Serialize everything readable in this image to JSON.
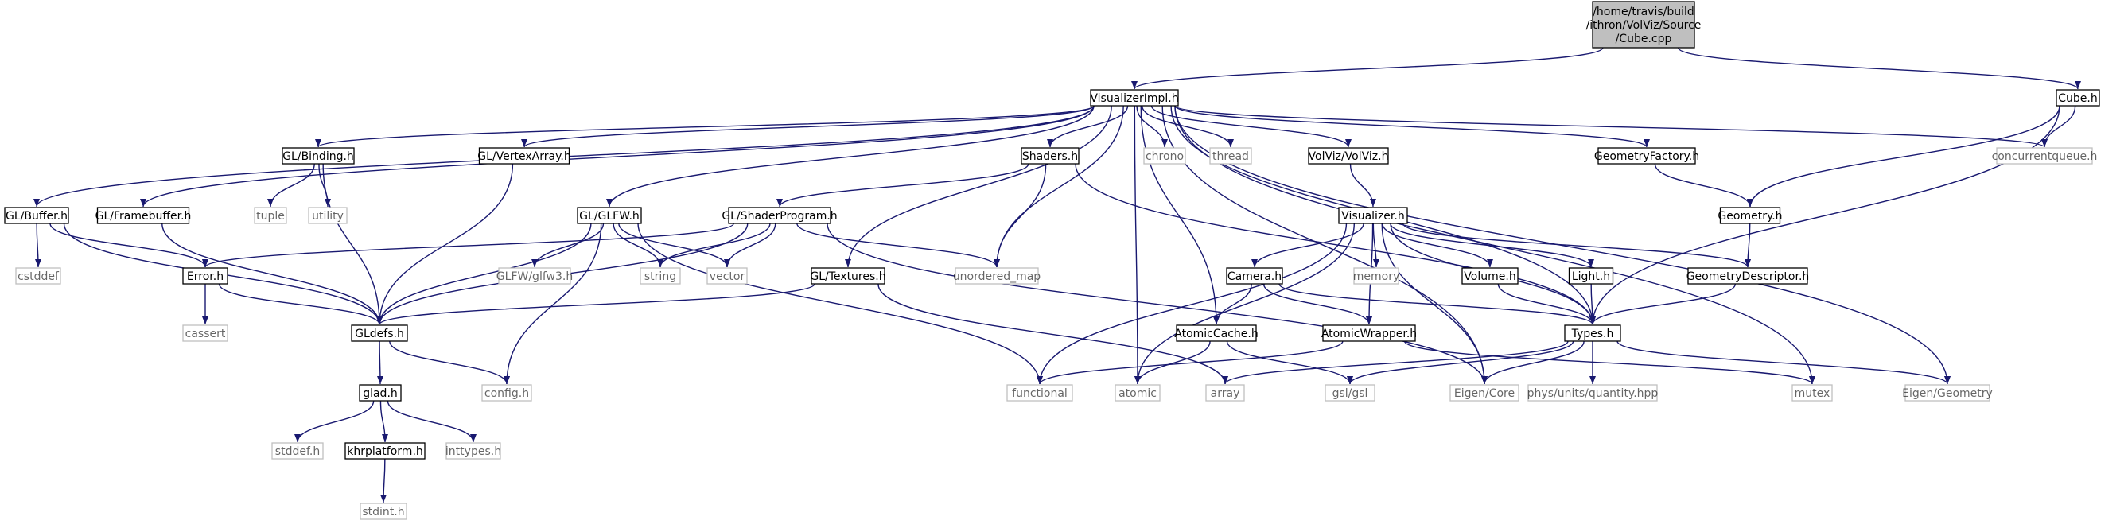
{
  "graph": {
    "edge_color": "#191970",
    "root_fill": "#bfbfbf",
    "local_border": "#000000",
    "system_border": "#bfbfbf",
    "nodes": [
      {
        "id": "cube_cpp",
        "lines": [
          "/home/travis/build",
          "/ithron/VolViz/Source",
          "/Cube.cpp"
        ],
        "kind": "root"
      },
      {
        "id": "visualizerimpl_h",
        "lines": [
          "VisualizerImpl.h"
        ],
        "kind": "local"
      },
      {
        "id": "cube_h",
        "lines": [
          "Cube.h"
        ],
        "kind": "local"
      },
      {
        "id": "gl_binding_h",
        "lines": [
          "GL/Binding.h"
        ],
        "kind": "local"
      },
      {
        "id": "gl_vertexarray_h",
        "lines": [
          "GL/VertexArray.h"
        ],
        "kind": "local"
      },
      {
        "id": "shaders_h",
        "lines": [
          "Shaders.h"
        ],
        "kind": "local"
      },
      {
        "id": "chrono",
        "lines": [
          "chrono"
        ],
        "kind": "system"
      },
      {
        "id": "thread",
        "lines": [
          "thread"
        ],
        "kind": "system"
      },
      {
        "id": "volviz_h",
        "lines": [
          "VolViz/VolViz.h"
        ],
        "kind": "local"
      },
      {
        "id": "geometryfactory_h",
        "lines": [
          "GeometryFactory.h"
        ],
        "kind": "local"
      },
      {
        "id": "concurrentqueue_h",
        "lines": [
          "concurrentqueue.h"
        ],
        "kind": "system"
      },
      {
        "id": "gl_buffer_h",
        "lines": [
          "GL/Buffer.h"
        ],
        "kind": "local"
      },
      {
        "id": "gl_framebuffer_h",
        "lines": [
          "GL/Framebuffer.h"
        ],
        "kind": "local"
      },
      {
        "id": "tuple",
        "lines": [
          "tuple"
        ],
        "kind": "system"
      },
      {
        "id": "utility",
        "lines": [
          "utility"
        ],
        "kind": "system"
      },
      {
        "id": "gl_glfw_h",
        "lines": [
          "GL/GLFW.h"
        ],
        "kind": "local"
      },
      {
        "id": "gl_shaderprogram_h",
        "lines": [
          "GL/ShaderProgram.h"
        ],
        "kind": "local"
      },
      {
        "id": "visualizer_h",
        "lines": [
          "Visualizer.h"
        ],
        "kind": "local"
      },
      {
        "id": "geometry_h",
        "lines": [
          "Geometry.h"
        ],
        "kind": "local"
      },
      {
        "id": "cstddef",
        "lines": [
          "cstddef"
        ],
        "kind": "system"
      },
      {
        "id": "error_h",
        "lines": [
          "Error.h"
        ],
        "kind": "local"
      },
      {
        "id": "glfw_glfw3_h",
        "lines": [
          "GLFW/glfw3.h"
        ],
        "kind": "system"
      },
      {
        "id": "string",
        "lines": [
          "string"
        ],
        "kind": "system"
      },
      {
        "id": "vector",
        "lines": [
          "vector"
        ],
        "kind": "system"
      },
      {
        "id": "unordered_map",
        "lines": [
          "unordered_map"
        ],
        "kind": "system"
      },
      {
        "id": "gl_textures_h",
        "lines": [
          "GL/Textures.h"
        ],
        "kind": "local"
      },
      {
        "id": "memory",
        "lines": [
          "memory"
        ],
        "kind": "system"
      },
      {
        "id": "camera_h",
        "lines": [
          "Camera.h"
        ],
        "kind": "local"
      },
      {
        "id": "volume_h",
        "lines": [
          "Volume.h"
        ],
        "kind": "local"
      },
      {
        "id": "light_h",
        "lines": [
          "Light.h"
        ],
        "kind": "local"
      },
      {
        "id": "geometrydescriptor_h",
        "lines": [
          "GeometryDescriptor.h"
        ],
        "kind": "local"
      },
      {
        "id": "cassert",
        "lines": [
          "cassert"
        ],
        "kind": "system"
      },
      {
        "id": "gldefs_h",
        "lines": [
          "GLdefs.h"
        ],
        "kind": "local"
      },
      {
        "id": "atomiccache_h",
        "lines": [
          "AtomicCache.h"
        ],
        "kind": "local"
      },
      {
        "id": "atomicwrapper_h",
        "lines": [
          "AtomicWrapper.h"
        ],
        "kind": "local"
      },
      {
        "id": "types_h",
        "lines": [
          "Types.h"
        ],
        "kind": "local"
      },
      {
        "id": "glad_h",
        "lines": [
          "glad.h"
        ],
        "kind": "local"
      },
      {
        "id": "config_h",
        "lines": [
          "config.h"
        ],
        "kind": "system"
      },
      {
        "id": "functional",
        "lines": [
          "functional"
        ],
        "kind": "system"
      },
      {
        "id": "atomic",
        "lines": [
          "atomic"
        ],
        "kind": "system"
      },
      {
        "id": "array",
        "lines": [
          "array"
        ],
        "kind": "system"
      },
      {
        "id": "gsl_gsl",
        "lines": [
          "gsl/gsl"
        ],
        "kind": "system"
      },
      {
        "id": "eigen_core",
        "lines": [
          "Eigen/Core"
        ],
        "kind": "system"
      },
      {
        "id": "phys_units",
        "lines": [
          "phys/units/quantity.hpp"
        ],
        "kind": "system"
      },
      {
        "id": "mutex",
        "lines": [
          "mutex"
        ],
        "kind": "system"
      },
      {
        "id": "eigen_geometry",
        "lines": [
          "Eigen/Geometry"
        ],
        "kind": "system"
      },
      {
        "id": "stddef_h",
        "lines": [
          "stddef.h"
        ],
        "kind": "system"
      },
      {
        "id": "khrplatform_h",
        "lines": [
          "khrplatform.h"
        ],
        "kind": "local"
      },
      {
        "id": "inttypes_h",
        "lines": [
          "inttypes.h"
        ],
        "kind": "system"
      },
      {
        "id": "stdint_h",
        "lines": [
          "stdint.h"
        ],
        "kind": "system"
      }
    ],
    "edges": [
      [
        "cube_cpp",
        "visualizerimpl_h"
      ],
      [
        "cube_cpp",
        "cube_h"
      ],
      [
        "visualizerimpl_h",
        "gl_binding_h"
      ],
      [
        "visualizerimpl_h",
        "gl_vertexarray_h"
      ],
      [
        "visualizerimpl_h",
        "shaders_h"
      ],
      [
        "visualizerimpl_h",
        "chrono"
      ],
      [
        "visualizerimpl_h",
        "thread"
      ],
      [
        "visualizerimpl_h",
        "volviz_h"
      ],
      [
        "visualizerimpl_h",
        "geometryfactory_h"
      ],
      [
        "visualizerimpl_h",
        "concurrentqueue_h"
      ],
      [
        "visualizerimpl_h",
        "gl_buffer_h"
      ],
      [
        "visualizerimpl_h",
        "gl_framebuffer_h"
      ],
      [
        "visualizerimpl_h",
        "gl_glfw_h"
      ],
      [
        "visualizerimpl_h",
        "gl_textures_h"
      ],
      [
        "visualizerimpl_h",
        "unordered_map"
      ],
      [
        "visualizerimpl_h",
        "atomiccache_h"
      ],
      [
        "visualizerimpl_h",
        "atomic"
      ],
      [
        "visualizerimpl_h",
        "types_h"
      ],
      [
        "visualizerimpl_h",
        "eigen_core"
      ],
      [
        "visualizerimpl_h",
        "mutex"
      ],
      [
        "visualizerimpl_h",
        "eigen_geometry"
      ],
      [
        "cube_h",
        "concurrentqueue_h"
      ],
      [
        "cube_h",
        "geometry_h"
      ],
      [
        "cube_h",
        "types_h"
      ],
      [
        "gl_binding_h",
        "tuple"
      ],
      [
        "gl_binding_h",
        "utility"
      ],
      [
        "gl_binding_h",
        "gldefs_h"
      ],
      [
        "gl_vertexarray_h",
        "gldefs_h"
      ],
      [
        "shaders_h",
        "gl_shaderprogram_h"
      ],
      [
        "shaders_h",
        "unordered_map"
      ],
      [
        "shaders_h",
        "types_h"
      ],
      [
        "volviz_h",
        "visualizer_h"
      ],
      [
        "geometryfactory_h",
        "geometry_h"
      ],
      [
        "gl_buffer_h",
        "cstddef"
      ],
      [
        "gl_buffer_h",
        "error_h"
      ],
      [
        "gl_buffer_h",
        "gldefs_h"
      ],
      [
        "gl_framebuffer_h",
        "gldefs_h"
      ],
      [
        "gl_glfw_h",
        "glfw_glfw3_h"
      ],
      [
        "gl_glfw_h",
        "string"
      ],
      [
        "gl_glfw_h",
        "vector"
      ],
      [
        "gl_glfw_h",
        "gldefs_h"
      ],
      [
        "gl_glfw_h",
        "config_h"
      ],
      [
        "gl_glfw_h",
        "functional"
      ],
      [
        "gl_shaderprogram_h",
        "error_h"
      ],
      [
        "gl_shaderprogram_h",
        "string"
      ],
      [
        "gl_shaderprogram_h",
        "vector"
      ],
      [
        "gl_shaderprogram_h",
        "unordered_map"
      ],
      [
        "gl_shaderprogram_h",
        "gldefs_h"
      ],
      [
        "gl_shaderprogram_h",
        "eigen_core"
      ],
      [
        "visualizer_h",
        "memory"
      ],
      [
        "visualizer_h",
        "camera_h"
      ],
      [
        "visualizer_h",
        "volume_h"
      ],
      [
        "visualizer_h",
        "light_h"
      ],
      [
        "visualizer_h",
        "geometrydescriptor_h"
      ],
      [
        "visualizer_h",
        "atomicwrapper_h"
      ],
      [
        "visualizer_h",
        "types_h"
      ],
      [
        "visualizer_h",
        "functional"
      ],
      [
        "visualizer_h",
        "atomic"
      ],
      [
        "visualizer_h",
        "eigen_core"
      ],
      [
        "geometry_h",
        "geometrydescriptor_h"
      ],
      [
        "error_h",
        "cassert"
      ],
      [
        "error_h",
        "gldefs_h"
      ],
      [
        "gl_textures_h",
        "gldefs_h"
      ],
      [
        "gl_textures_h",
        "array"
      ],
      [
        "camera_h",
        "atomiccache_h"
      ],
      [
        "camera_h",
        "atomicwrapper_h"
      ],
      [
        "camera_h",
        "types_h"
      ],
      [
        "volume_h",
        "types_h"
      ],
      [
        "light_h",
        "types_h"
      ],
      [
        "geometrydescriptor_h",
        "types_h"
      ],
      [
        "gldefs_h",
        "glad_h"
      ],
      [
        "gldefs_h",
        "config_h"
      ],
      [
        "atomiccache_h",
        "atomic"
      ],
      [
        "atomiccache_h",
        "gsl_gsl"
      ],
      [
        "atomicwrapper_h",
        "functional"
      ],
      [
        "atomicwrapper_h",
        "mutex"
      ],
      [
        "types_h",
        "array"
      ],
      [
        "types_h",
        "gsl_gsl"
      ],
      [
        "types_h",
        "eigen_core"
      ],
      [
        "types_h",
        "phys_units"
      ],
      [
        "types_h",
        "eigen_geometry"
      ],
      [
        "glad_h",
        "stddef_h"
      ],
      [
        "glad_h",
        "khrplatform_h"
      ],
      [
        "glad_h",
        "inttypes_h"
      ],
      [
        "khrplatform_h",
        "stdint_h"
      ]
    ]
  }
}
